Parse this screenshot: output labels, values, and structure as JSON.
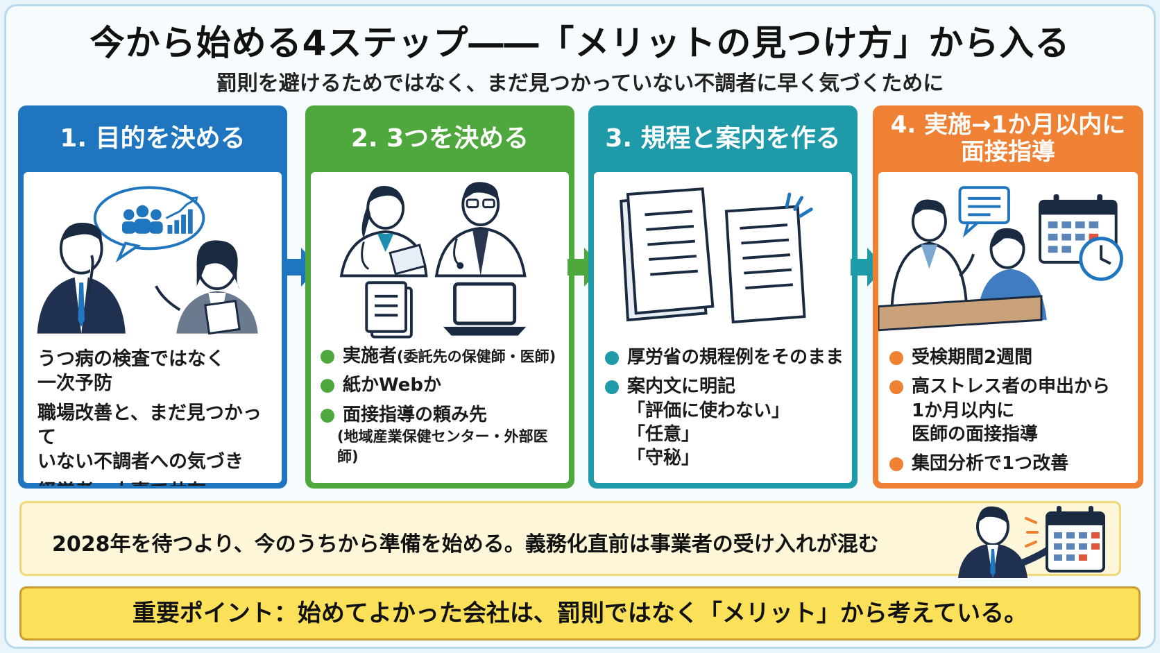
{
  "title": "今から始める4ステップ――「メリットの見つけ方」から入る",
  "subtitle": "罰則を避けるためではなく、まだ見つかっていない不調者に早く気づくために",
  "colors": {
    "step1": "#1f75be",
    "step2": "#4fa83d",
    "step3": "#1f9aa8",
    "step4": "#ef8134"
  },
  "steps": [
    {
      "heading": "1. 目的を決める",
      "lines": [
        "うつ病の検査ではなく",
        "一次予防",
        "職場改善と、まだ見つかって",
        "いない不調者への気づき",
        "経営者・人事で共有"
      ]
    },
    {
      "heading": "2. 3つを決める",
      "bullet1_main": "実施者",
      "bullet1_sub": "(委託先の保健師・医師)",
      "bullet2": "紙かWebか",
      "bullet3": "面接指導の頼み先",
      "bullet3_sub": "(地域産業保健センター・外部医師)"
    },
    {
      "heading": "3. 規程と案内を作る",
      "bullet1": "厚労省の規程例をそのまま",
      "bullet2": "案内文に明記",
      "quotes": [
        "「評価に使わない」",
        "「任意」",
        "「守秘」"
      ]
    },
    {
      "heading_line1": "4. 実施→1か月以内に",
      "heading_line2": "面接指導",
      "bullet1": "受検期間2週間",
      "bullet2_lines": [
        "高ストレス者の申出から",
        "1か月以内に",
        "医師の面接指導"
      ],
      "bullet3": "集団分析で1つ改善"
    }
  ],
  "banner_note": "2028年を待つより、今のうちから準備を始める。義務化直前は事業者の受け入れが混む",
  "key_point": "重要ポイント：始めてよかった会社は、罰則ではなく「メリット」から考えている。"
}
